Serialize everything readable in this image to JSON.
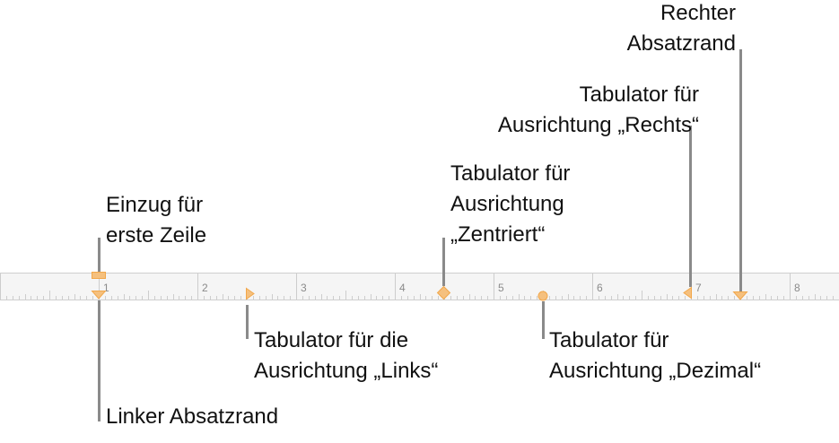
{
  "ruler": {
    "numbers": [
      "1",
      "2",
      "3",
      "4",
      "5",
      "6",
      "7",
      "8"
    ],
    "accent": "#f2a74a"
  },
  "callouts": {
    "first_line_indent": [
      "Einzug für",
      "erste Zeile"
    ],
    "left_margin": [
      "Linker Absatzrand"
    ],
    "left_tab": [
      "Tabulator für die",
      "Ausrichtung „Links“"
    ],
    "center_tab": [
      "Tabulator für",
      "Ausrichtung",
      "„Zentriert“"
    ],
    "decimal_tab": [
      "Tabulator für",
      "Ausrichtung „Dezimal“"
    ],
    "right_tab": [
      "Tabulator für",
      "Ausrichtung „Rechts“"
    ],
    "right_margin": [
      "Rechter",
      "Absatzrand"
    ]
  }
}
